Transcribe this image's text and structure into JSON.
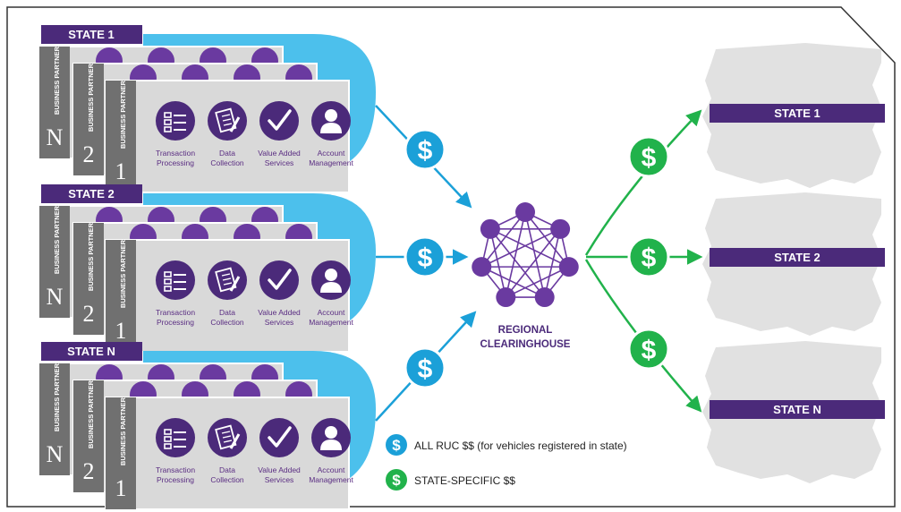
{
  "left_groups": [
    {
      "state_label": "STATE 1",
      "partners": [
        {
          "label": "BUSINESS PARTNER",
          "number": "N"
        },
        {
          "label": "BUSINESS PARTNER",
          "number": "2"
        },
        {
          "label": "BUSINESS PARTNER",
          "number": "1"
        }
      ],
      "services": [
        {
          "icon": "transaction-processing-icon",
          "line1": "Transaction",
          "line2": "Processing"
        },
        {
          "icon": "data-collection-icon",
          "line1": "Data",
          "line2": "Collection"
        },
        {
          "icon": "value-added-services-icon",
          "line1": "Value Added",
          "line2": "Services"
        },
        {
          "icon": "account-management-icon",
          "line1": "Account",
          "line2": "Management"
        }
      ]
    },
    {
      "state_label": "STATE 2",
      "partners": [
        {
          "label": "BUSINESS PARTNER",
          "number": "N"
        },
        {
          "label": "BUSINESS PARTNER",
          "number": "2"
        },
        {
          "label": "BUSINESS PARTNER",
          "number": "1"
        }
      ],
      "services": [
        {
          "icon": "transaction-processing-icon",
          "line1": "Transaction",
          "line2": "Processing"
        },
        {
          "icon": "data-collection-icon",
          "line1": "Data",
          "line2": "Collection"
        },
        {
          "icon": "value-added-services-icon",
          "line1": "Value Added",
          "line2": "Services"
        },
        {
          "icon": "account-management-icon",
          "line1": "Account",
          "line2": "Management"
        }
      ]
    },
    {
      "state_label": "STATE N",
      "partners": [
        {
          "label": "BUSINESS PARTNER",
          "number": "N"
        },
        {
          "label": "BUSINESS PARTNER",
          "number": "2"
        },
        {
          "label": "BUSINESS PARTNER",
          "number": "1"
        }
      ],
      "services": [
        {
          "icon": "transaction-processing-icon",
          "line1": "Transaction",
          "line2": "Processing"
        },
        {
          "icon": "data-collection-icon",
          "line1": "Data",
          "line2": "Collection"
        },
        {
          "icon": "value-added-services-icon",
          "line1": "Value Added",
          "line2": "Services"
        },
        {
          "icon": "account-management-icon",
          "line1": "Account",
          "line2": "Management"
        }
      ]
    }
  ],
  "hub": {
    "line1": "REGIONAL",
    "line2": "CLEARINGHOUSE"
  },
  "currency_symbol": "$",
  "right_states": [
    "STATE 1",
    "STATE 2",
    "STATE N"
  ],
  "legend": [
    {
      "color": "blue",
      "text": "ALL RUC $$ (for vehicles registered in state)"
    },
    {
      "color": "green",
      "text": "STATE-SPECIFIC $$"
    }
  ],
  "colors": {
    "purple": "#4b2a7a",
    "violet": "#6a3aa0",
    "blue": "#1ba0d8",
    "light_blue": "#4cc0ec",
    "green": "#21b24b",
    "gray_dark": "#707070",
    "gray_card": "#d9d9d9",
    "map_gray": "#e0e0e0"
  }
}
